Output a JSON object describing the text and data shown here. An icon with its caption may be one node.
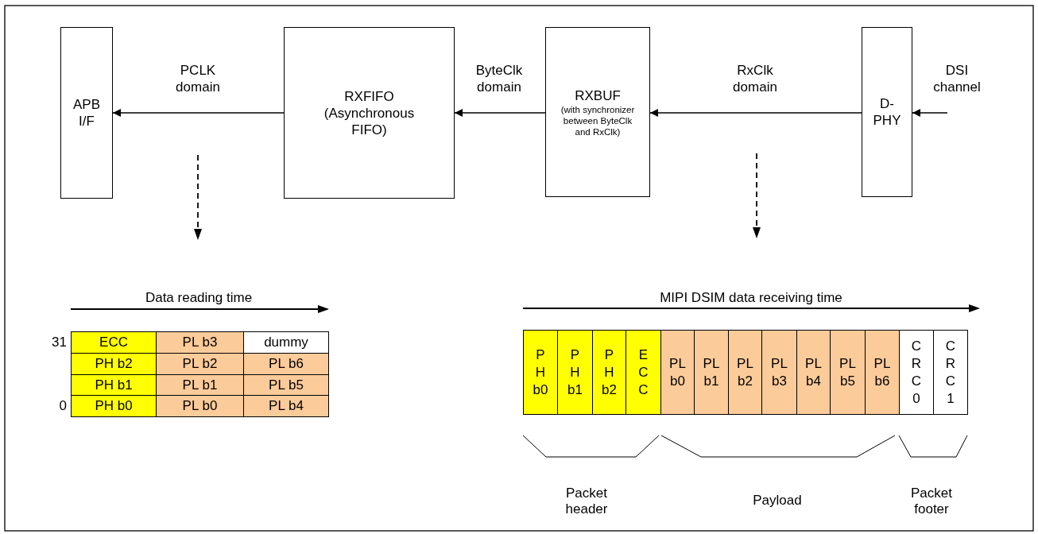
{
  "diagram": {
    "nodes": [
      {
        "text": [
          "APB I/F"
        ]
      },
      {
        "text": [
          "RXFIFO (Asynchronous FIFO)"
        ]
      },
      {
        "text": [
          "RXBUF",
          "(with synchronizer between ByteClk and RxClk)"
        ]
      },
      {
        "text": [
          "D- PHY"
        ]
      }
    ],
    "edges": [
      {
        "from": 1,
        "to": 0,
        "arrow": "to",
        "label": "PCLK domain"
      },
      {
        "from": 2,
        "to": 1,
        "arrow": "to",
        "label": "ByteClk domain"
      },
      {
        "from": 3,
        "to": 2,
        "arrow": "to",
        "label": "RxClk domain"
      },
      {
        "from": null,
        "to": 3,
        "arrow": "to",
        "label": "DSI channel"
      }
    ],
    "labels": [
      "Data reading time",
      "31",
      "ECC",
      "PL b3",
      "dummy",
      "PH b2",
      "PL b2",
      "PL b6",
      "PH b1",
      "PL b1",
      "PL b5",
      "0",
      "PH b0",
      "PL b0",
      "PL b4",
      "MIPI DSIM data receiving time",
      "P H b0",
      "P H b1",
      "P H b2",
      "E C C",
      "PL b0",
      "PL b1",
      "PL b2",
      "PL b3",
      "PL b4",
      "PL b5",
      "PL b6",
      "C R C 0",
      "C R C 1",
      "Packet header",
      "Payload",
      "Packet footer"
    ]
  }
}
